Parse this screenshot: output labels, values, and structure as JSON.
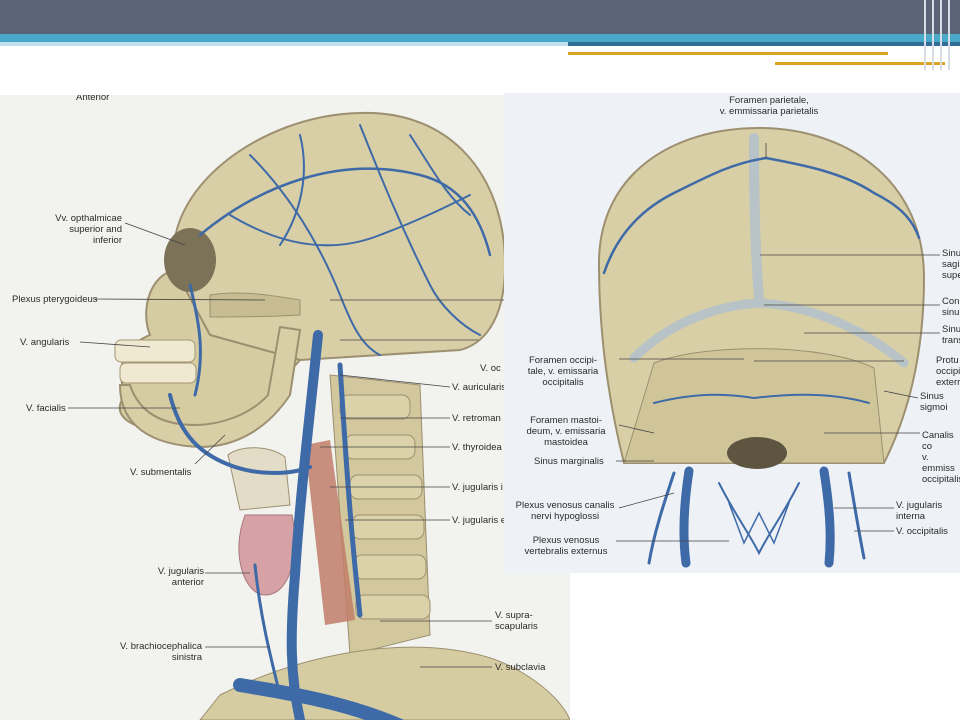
{
  "left_figure": {
    "corner_label": "Anterior",
    "labels": {
      "vv_opthalmicae": "Vv. opthalmicae\nsuperior and\ninferior",
      "plexus_pterygoideus": "Plexus pterygoideus",
      "v_angularis": "V. angularis",
      "v_facialis": "V. facialis",
      "v_submentalis": "V. submentalis",
      "v_jugularis_anterior": "V. jugularis\nanterior",
      "v_brachiocephalica": "V. brachiocephalica\nsinistra",
      "v_occipitalis": "V. oc",
      "v_auricularis": "V. auricularis",
      "v_retromandibularis": "V. retroman",
      "v_thyroidea": "V. thyroidea",
      "v_jugularis_interna": "V. jugularis i",
      "v_jugularis_externa": "V. jugularis e",
      "v_suprascapularis": "V. supra-\nscapularis",
      "v_subclavia": "V. subclavia"
    }
  },
  "right_figure": {
    "labels": {
      "foramen_parietale": "Foramen parietale,\nv. emmissaria parietalis",
      "sinus_sagittalis": "Sinus\nsagi\nsupe",
      "confluens_sinuum": "Con\nsinu",
      "sinus_transversus": "Sinus\ntrans",
      "protuberantia": "Protu\noccipi\nexterr",
      "sinus_sigmoideus": "Sinus\nsigmoi",
      "foramen_occipitale": "Foramen occipi-\ntale, v. emissaria\noccipitalis",
      "foramen_mastoideum": "Foramen mastoi-\ndeum, v. emissaria\nmastoidea",
      "sinus_marginalis": "Sinus marginalis",
      "canalis_condylaris": "Canalis co\nv. emmiss\noccipitalis",
      "plexus_canalis": "Plexus venosus canalis\nnervi hypoglossi",
      "plexus_vertebralis": "Plexus venosus\nvertebralis externus",
      "v_jugularis_interna": "V. jugularis\ninterna",
      "v_occipitalis": "V. occipitalis"
    }
  },
  "colors": {
    "header": "#5a6378",
    "stripe_blue": "#4aa8c9",
    "stripe_gold": "#d9a520",
    "bone": "#d9cfa6",
    "bone_shadow": "#b3a67a",
    "vein": "#3e6aa8",
    "muscle": "#c27e6a",
    "thyroid": "#d6a2a5"
  }
}
